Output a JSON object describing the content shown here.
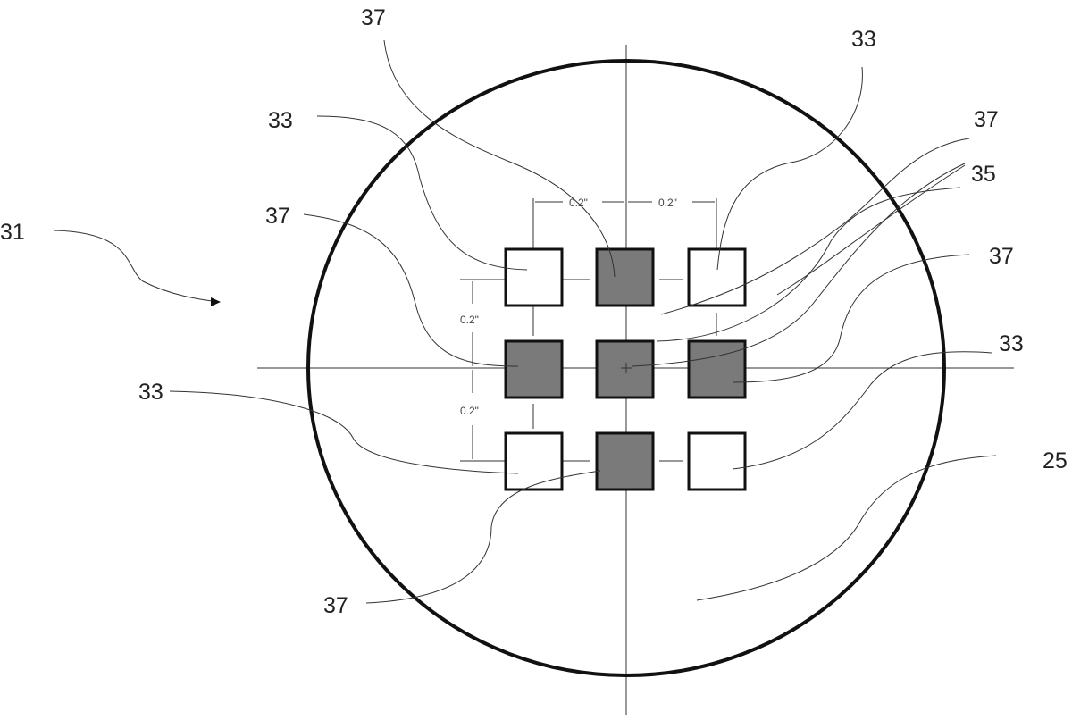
{
  "figure": {
    "labels": {
      "l31": "31",
      "l37_top": "37",
      "l33_top_right": "33",
      "l33_top_left": "33",
      "l37_right_upper": "37",
      "l35": "35",
      "l37_left": "37",
      "l37_right_mid": "37",
      "l33_right_mid": "33",
      "l33_left_lower": "33",
      "l25": "25",
      "l37_bottom": "37"
    },
    "dimensions": {
      "h1": "0.2\"",
      "h2": "0.2\"",
      "v1": "0.2\"",
      "v2": "0.2\""
    },
    "colors": {
      "filled": "#7a7a7a",
      "empty": "#ffffff"
    },
    "grid": [
      [
        "empty",
        "filled",
        "empty"
      ],
      [
        "filled",
        "filled",
        "filled"
      ],
      [
        "empty",
        "filled",
        "empty"
      ]
    ]
  }
}
